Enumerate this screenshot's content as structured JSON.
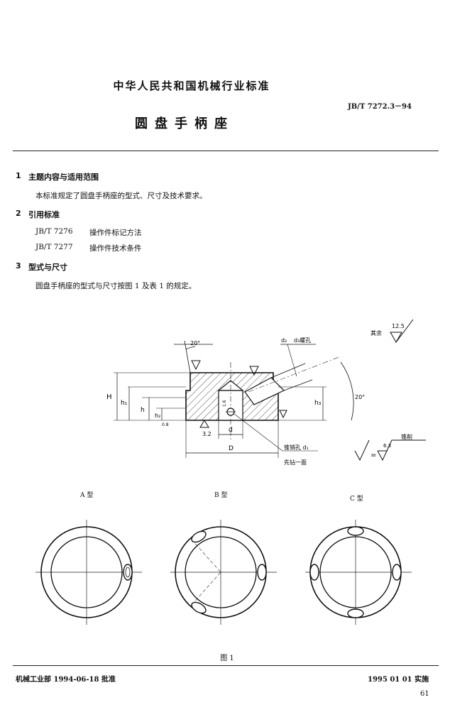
{
  "header": {
    "org_title": "中华人民共和国机械行业标准",
    "standard_number": "JB/T 7272.3－94",
    "doc_title": "圆盘手柄座"
  },
  "sections": [
    {
      "num": "1",
      "title": "主题内容与适用范围",
      "text": "本标准规定了圆盘手柄座的型式、尺寸及技术要求。"
    },
    {
      "num": "2",
      "title": "引用标准",
      "refs": [
        {
          "code": "JB/T 7276",
          "name": "操作件标记方法"
        },
        {
          "code": "JB/T 7277",
          "name": "操作件技术条件"
        }
      ]
    },
    {
      "num": "3",
      "title": "型式与尺寸",
      "text": "圆盘手柄座的型式与尺寸按图 1 及表 1 的规定。"
    }
  ],
  "figure": {
    "label_20deg_top": "20°",
    "label_20deg_right": "20°",
    "label_d2": "d₂",
    "label_d3_thread": "d₃螺孔",
    "label_qiyu": "其余",
    "label_roughness_12_5": "12.5",
    "label_H": "H",
    "label_h1": "h₁",
    "label_h": "h",
    "label_h2": "h₂",
    "label_h3": "h₃",
    "label_d": "d",
    "label_D": "D",
    "label_3_2": "3.2",
    "label_1_6": "1.6",
    "label_0_8": "0.8",
    "label_pin_hole": "锥销孔 d₁",
    "label_drill_first": "先钻一面",
    "label_roughness_6_3": "6.3",
    "label_cut": "锥削",
    "type_a": "A 型",
    "type_b": "B 型",
    "type_c": "C 型",
    "caption": "图 1"
  },
  "footer": {
    "approval": "机械工业部 1994-06-18 批准",
    "implementation": "1995 01 01 实施",
    "page_number": "61"
  }
}
